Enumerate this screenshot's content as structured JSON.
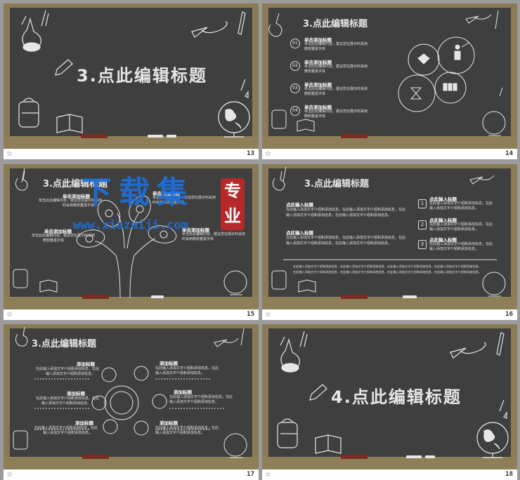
{
  "slides": [
    {
      "number": "13",
      "title": "3.点此编辑标题"
    },
    {
      "number": "14",
      "title": "3.点此编辑标题",
      "items": [
        {
          "num": "01",
          "heading": "单击添加标题",
          "body": [
            "单击此处编辑内容，建议您在展示时采用",
            "微软雅黑字体"
          ]
        },
        {
          "num": "02",
          "heading": "单击添加标题",
          "body": [
            "单击此处编辑内容，建议您在展示时采用",
            "微软雅黑字体"
          ]
        },
        {
          "num": "03",
          "heading": "单击添加标题",
          "body": [
            "单击此处编辑内容，建议您在展示时采用",
            "微软雅黑字体"
          ]
        },
        {
          "num": "04",
          "heading": "单击添加标题",
          "body": [
            "单击此处编辑内容，建议您在展示时采用",
            "微软雅黑字体"
          ]
        }
      ]
    },
    {
      "number": "15",
      "title": "3.点此编辑标题",
      "items": [
        {
          "heading": "单击添加标题",
          "body": [
            "单击此处编辑内容，建议您在展示时采用",
            "时采用微软雅黑字体"
          ]
        },
        {
          "heading": "单击添加标题",
          "body": [
            "单击此处编辑内容，建议您在展示时采用",
            "时采用微软雅黑字体"
          ]
        },
        {
          "heading": "单击添加标题",
          "body": [
            "单击此处编辑内容，建议您在展示时采用",
            "微软雅黑字体"
          ]
        },
        {
          "heading": "单击添加标题",
          "body": [
            "单击此处编辑内容，建议您在展示时采用",
            "时采用微软雅黑字体"
          ]
        }
      ]
    },
    {
      "number": "16",
      "title": "3.点此编辑标题",
      "left": [
        {
          "heading": "点此输入标题",
          "body": [
            "在此输入添加文字介绍和添加信息，在此输入添加文字介绍和添加信息，在此",
            "输入添加文字介绍和添加信息，在此输入添加文字介绍和添加信息。"
          ]
        },
        {
          "heading": "点此输入标题",
          "body": [
            "在此输入添加文字介绍和添加信息，在此输入添加文字介绍和添加信息，在此",
            "输入添加文字介绍和添加信息，在此输入添加文字介绍和添加信息。"
          ]
        }
      ],
      "right": [
        {
          "num": "1",
          "heading": "点此输入标题",
          "body": [
            "在此输入添加文字介绍和添加信息，在此",
            "输入添加文字介绍和添加信息。"
          ]
        },
        {
          "num": "2",
          "heading": "点此输入标题",
          "body": [
            "在此输入添加文字介绍和添加信息，在此",
            "输入添加文字介绍和添加信息。"
          ]
        },
        {
          "num": "3",
          "heading": "点此输入标题",
          "body": [
            "在此输入添加文字介绍和添加信息，在此",
            "输入添加文字介绍和添加信息。"
          ]
        }
      ],
      "bottom": [
        "在此输入添加文字介绍和添加信息，在此输入添加文字介绍和添加信息，在此输入添加文字介绍和添加信息，在此输入添加文字介绍和添加信息，",
        "在此输入添加文字介绍和添加信息，在此输入添加文字介绍和添加信息，在此输入添加文字介绍和添加信息，在此输入添加文字介绍和添加信息。"
      ]
    },
    {
      "number": "17",
      "title": "3.点此编辑标题",
      "items": [
        {
          "heading": "添加标题",
          "body": [
            "在此输入添加文字介绍和添加信息，在此",
            "输入添加文字介绍和添加信息。"
          ]
        },
        {
          "heading": "添加标题",
          "body": [
            "在此输入添加文字介绍和添加信息，在此",
            "输入添加文字介绍和添加信息。"
          ]
        },
        {
          "heading": "添加标题",
          "body": [
            "在此输入添加文字介绍和添加信息，在此",
            "输入添加文字介绍和添加信息。"
          ]
        },
        {
          "heading": "添加标题",
          "body": [
            "在此输入添加文字介绍和添加信息，在此",
            "输入添加文字介绍和添加信息。"
          ]
        },
        {
          "heading": "添加标题",
          "body": [
            "在此输入添加文字介绍和添加信息，在此",
            "输入添加文字介绍和添加信息。"
          ]
        },
        {
          "heading": "添加标题",
          "body": [
            "在此输入添加文字介绍和添加信息，在此",
            "输入添加文字介绍和添加信息。"
          ]
        }
      ]
    },
    {
      "number": "18",
      "title": "4.点此编辑标题"
    }
  ],
  "watermark": {
    "big": "下载集",
    "url": "www.xiazaiji.com",
    "stamp_top": "专",
    "stamp_bottom": "业"
  },
  "colors": {
    "slate": "#3f3f3f",
    "frame": "#8a7a55",
    "chalk": "#e6e6e6",
    "watermark": "#1e6fd9",
    "stamp": "#b5292b"
  }
}
